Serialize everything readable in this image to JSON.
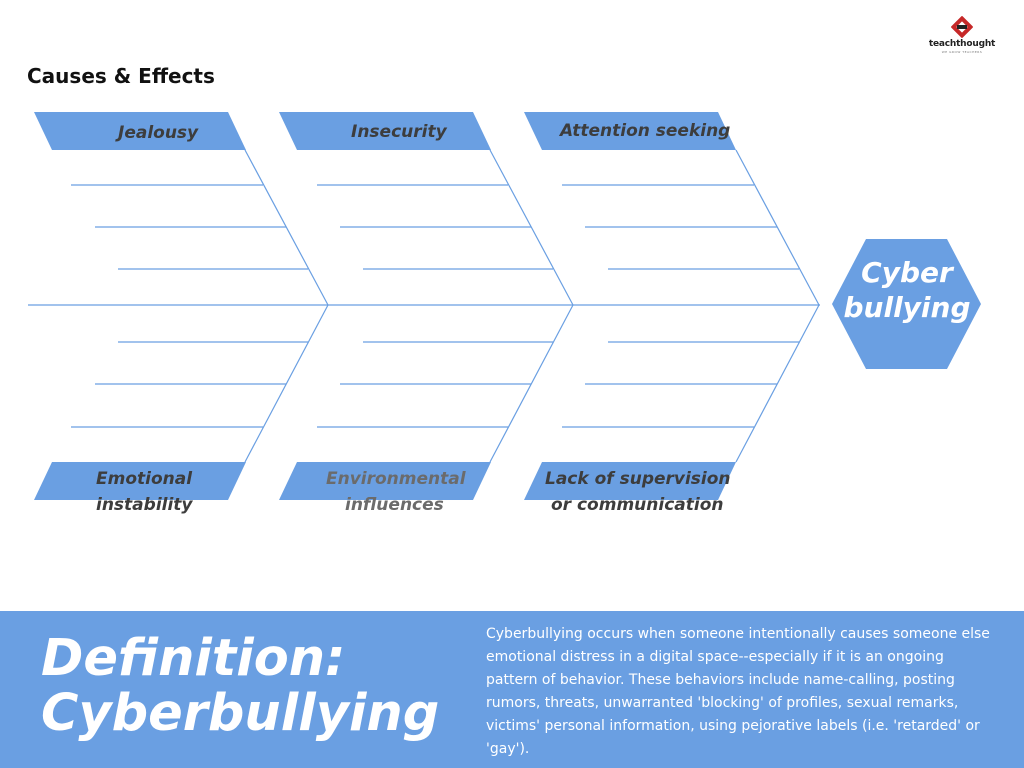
{
  "logo": {
    "name": "teachthought",
    "tagline": "WE GROW TEACHERS"
  },
  "heading": "Causes & Effects",
  "effect": {
    "line1": "Cyber",
    "line2": "bullying"
  },
  "categories": {
    "top": [
      {
        "label": "Jealousy"
      },
      {
        "label": "Insecurity"
      },
      {
        "label": "Attention seeking"
      }
    ],
    "bottom": [
      {
        "line1": "Emotional",
        "line2": "instability"
      },
      {
        "line1": "Environmental",
        "line2": "influences"
      },
      {
        "line1": "Lack of supervision",
        "line2": "or communication"
      }
    ]
  },
  "definition": {
    "title_line1": "Definition:",
    "title_line2": "Cyberbullying",
    "text": "Cyberbullying occurs when someone intentionally causes someone else emotional distress in a digital space--especially if it is an ongoing pattern of behavior. These behaviors include name-calling, posting rumors, threats, unwarranted 'blocking' of profiles, sexual remarks, victims' personal information, using pejorative labels (i.e. 'retarded' or 'gay')."
  },
  "colors": {
    "accent": "#6a9fe2",
    "bone": "#6a9fe2",
    "label_text": "#3d3d3d",
    "faded_label_text": "#6b6b6b"
  }
}
